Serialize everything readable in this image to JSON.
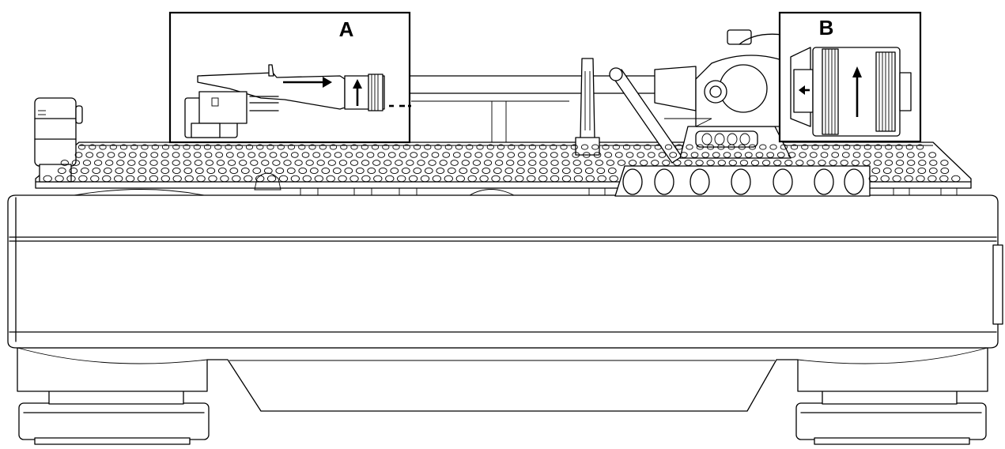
{
  "diagram": {
    "insets": [
      {
        "id": "a",
        "label": "A"
      },
      {
        "id": "b",
        "label": "B"
      }
    ]
  }
}
